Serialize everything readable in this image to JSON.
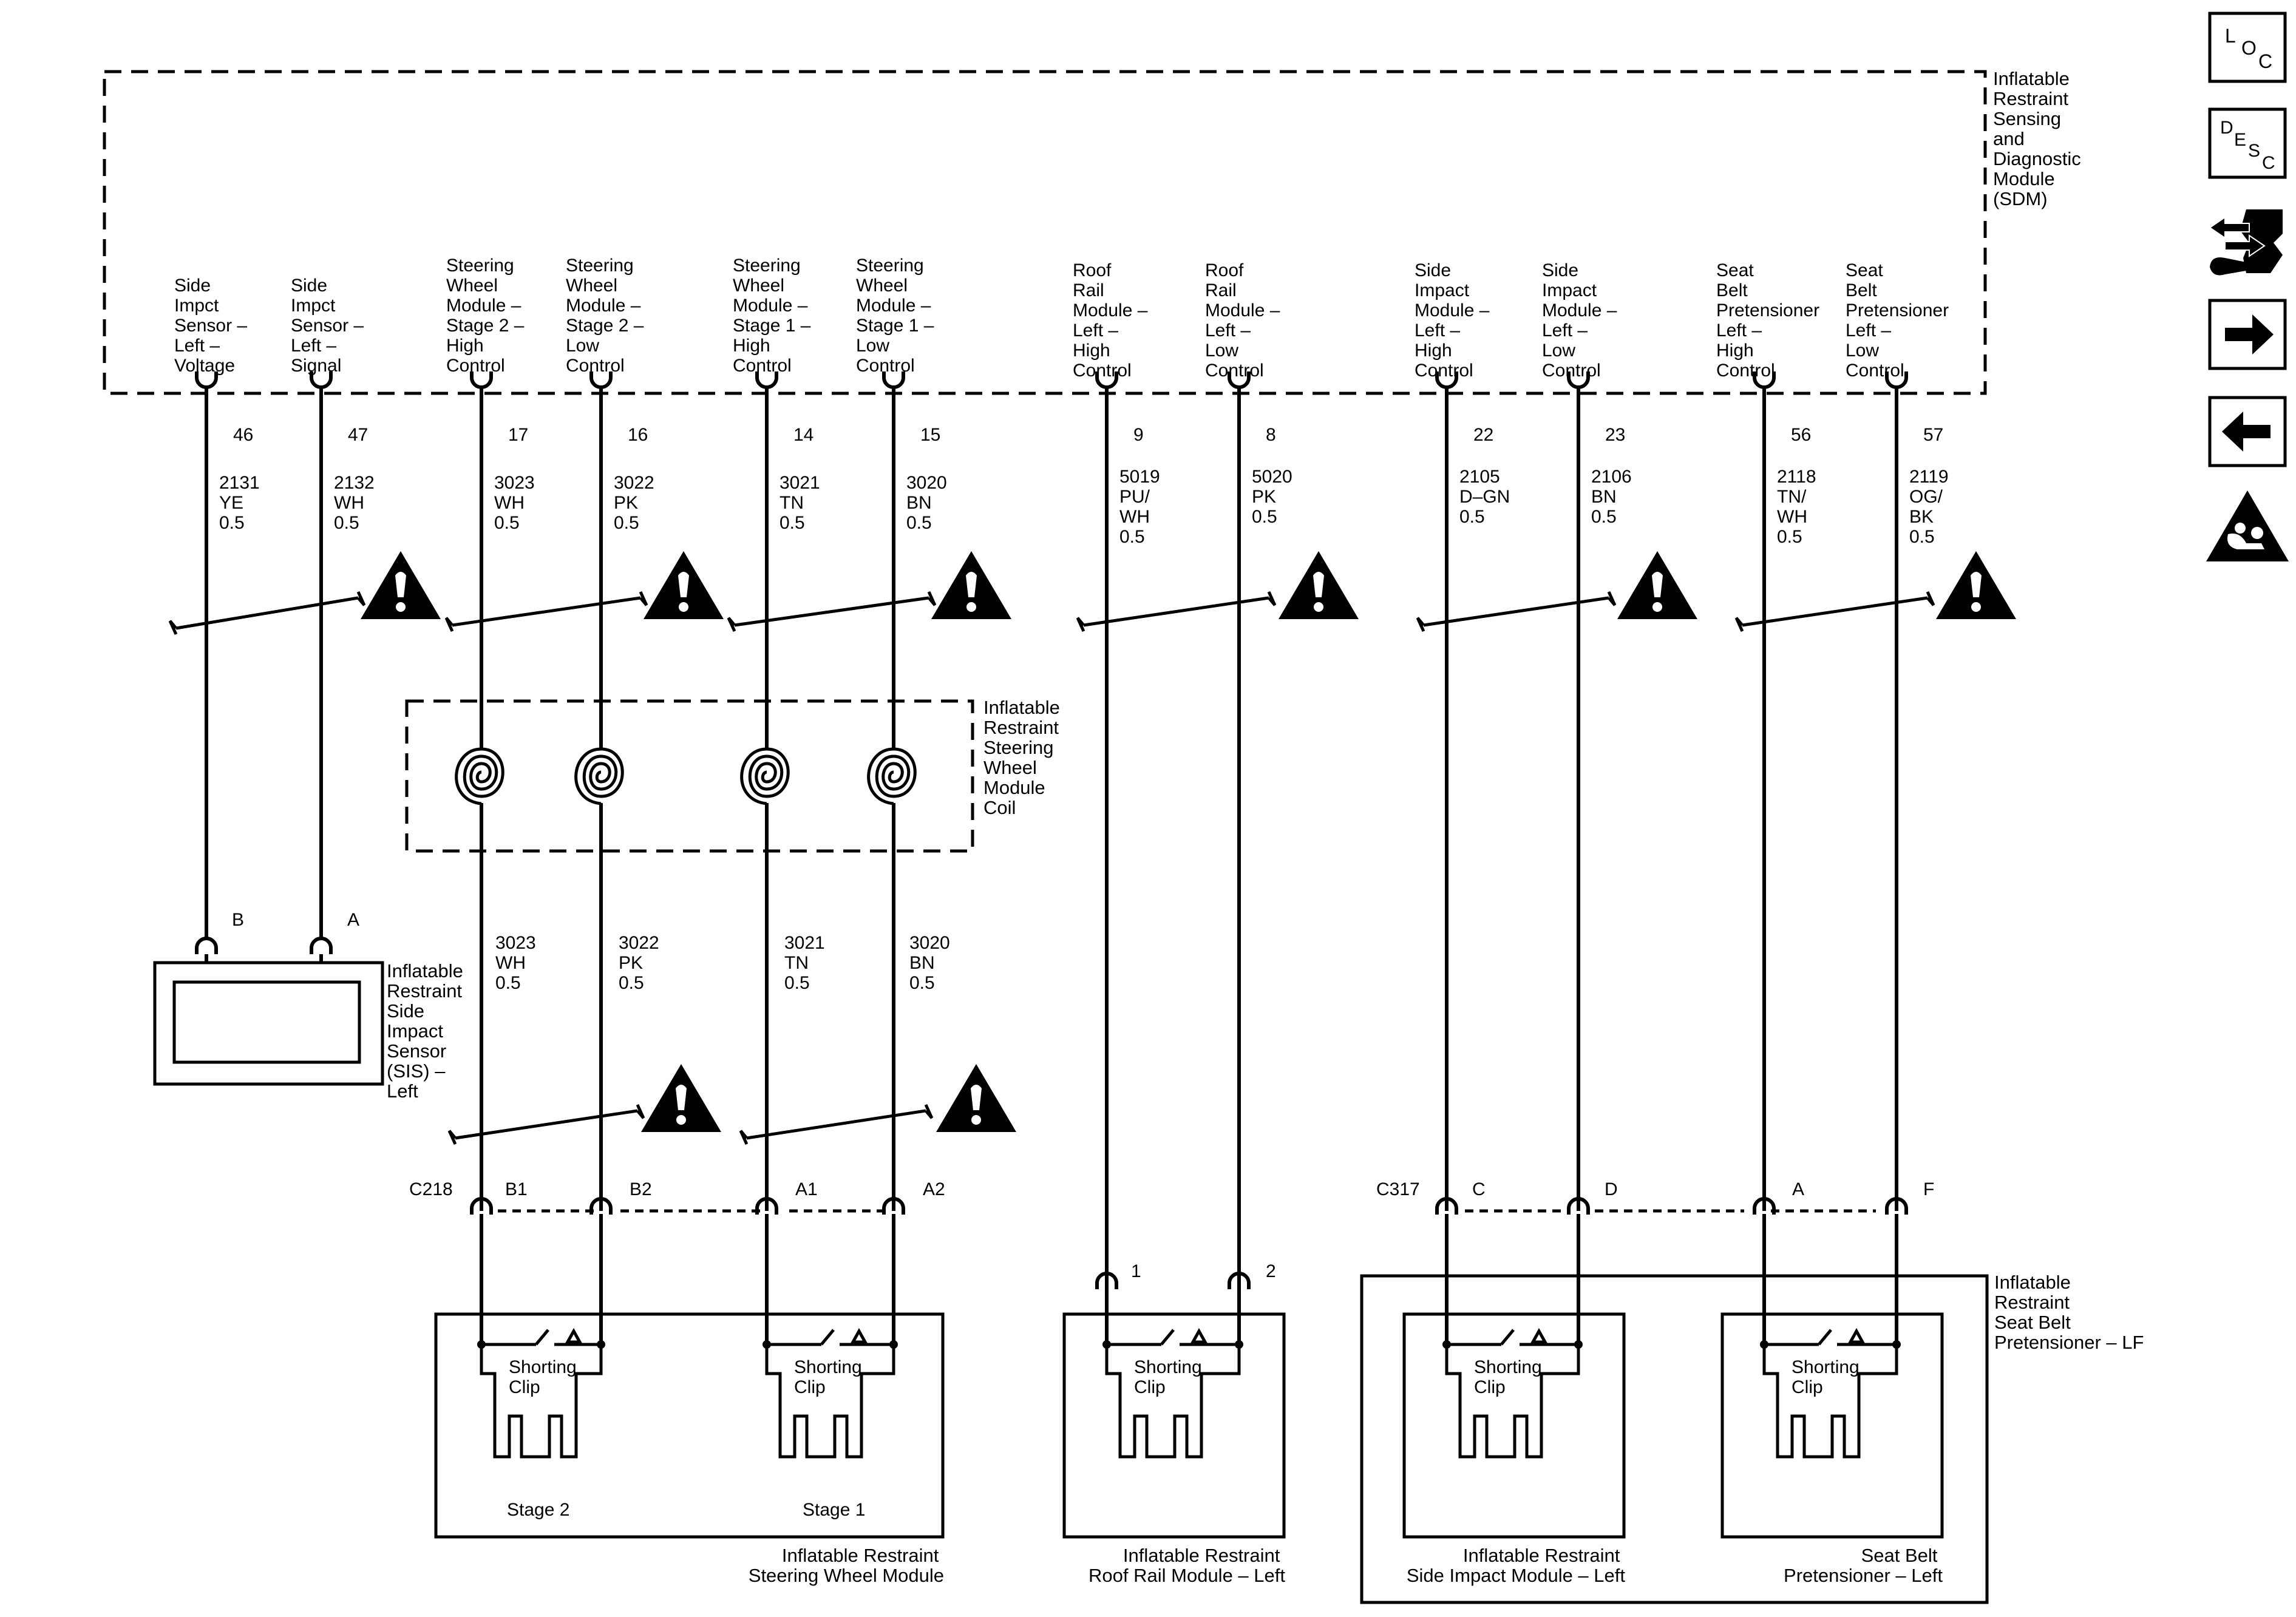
{
  "sdm": {
    "label": [
      "Inflatable",
      "Restraint",
      "Sensing",
      "and",
      "Diagnostic",
      "Module",
      "(SDM)"
    ]
  },
  "sdm_pins": [
    {
      "name": [
        "Side",
        "Impct",
        "Sensor –",
        "Left –",
        "Voltage"
      ],
      "pin": "46",
      "wire": [
        "2131",
        "YE",
        "0.5"
      ]
    },
    {
      "name": [
        "Side",
        "Impct",
        "Sensor –",
        "Left –",
        "Signal"
      ],
      "pin": "47",
      "wire": [
        "2132",
        "WH",
        "0.5"
      ]
    },
    {
      "name": [
        "Steering",
        "Wheel",
        "Module –",
        "Stage 2 –",
        "High",
        "Control"
      ],
      "pin": "17",
      "wire": [
        "3023",
        "WH",
        "0.5"
      ]
    },
    {
      "name": [
        "Steering",
        "Wheel",
        "Module –",
        "Stage 2 –",
        "Low",
        "Control"
      ],
      "pin": "16",
      "wire": [
        "3022",
        "PK",
        "0.5"
      ]
    },
    {
      "name": [
        "Steering",
        "Wheel",
        "Module –",
        "Stage 1 –",
        "High",
        "Control"
      ],
      "pin": "14",
      "wire": [
        "3021",
        "TN",
        "0.5"
      ]
    },
    {
      "name": [
        "Steering",
        "Wheel",
        "Module –",
        "Stage 1 –",
        "Low",
        "Control"
      ],
      "pin": "15",
      "wire": [
        "3020",
        "BN",
        "0.5"
      ]
    },
    {
      "name": [
        "Roof",
        "Rail",
        "Module –",
        "Left –",
        "High",
        "Control"
      ],
      "pin": "9",
      "wire": [
        "5019",
        "PU/",
        "WH",
        "0.5"
      ]
    },
    {
      "name": [
        "Roof",
        "Rail",
        "Module –",
        "Left –",
        "Low",
        "Control"
      ],
      "pin": "8",
      "wire": [
        "5020",
        "PK",
        "0.5"
      ]
    },
    {
      "name": [
        "Side",
        "Impact",
        "Module –",
        "Left –",
        "High",
        "Control"
      ],
      "pin": "22",
      "wire": [
        "2105",
        "D–GN",
        "0.5"
      ]
    },
    {
      "name": [
        "Side",
        "Impact",
        "Module –",
        "Left –",
        "Low",
        "Control"
      ],
      "pin": "23",
      "wire": [
        "2106",
        "BN",
        "0.5"
      ]
    },
    {
      "name": [
        "Seat",
        "Belt",
        "Pretensioner",
        "Left –",
        "High",
        "Control"
      ],
      "pin": "56",
      "wire": [
        "2118",
        "TN/",
        "WH",
        "0.5"
      ]
    },
    {
      "name": [
        "Seat",
        "Belt",
        "Pretensioner",
        "Left –",
        "Low",
        "Control"
      ],
      "pin": "57",
      "wire": [
        "2119",
        "OG/",
        "BK",
        "0.5"
      ]
    }
  ],
  "coil": {
    "label": [
      "Inflatable",
      "Restraint",
      "Steering",
      "Wheel",
      "Module",
      "Coil"
    ],
    "lower_wires": [
      [
        "3023",
        "WH",
        "0.5"
      ],
      [
        "3022",
        "PK",
        "0.5"
      ],
      [
        "3021",
        "TN",
        "0.5"
      ],
      [
        "3020",
        "BN",
        "0.5"
      ]
    ]
  },
  "sis": {
    "label": [
      "Inflatable",
      "Restraint",
      "Side",
      "Impact",
      "Sensor",
      "(SIS) –",
      "Left"
    ],
    "pins": [
      "B",
      "A"
    ]
  },
  "connector_c218": {
    "name": "C218",
    "pins": [
      "B1",
      "B2",
      "A1",
      "A2"
    ]
  },
  "connector_c317": {
    "name": "C317",
    "pins": [
      "C",
      "D",
      "A",
      "F"
    ]
  },
  "roof_rail_pins": [
    "1",
    "2"
  ],
  "shorting_clip": [
    "Shorting",
    "Clip"
  ],
  "stages": [
    "Stage 2",
    "Stage 1"
  ],
  "modules": {
    "steering_wheel": [
      "Inflatable Restraint",
      "Steering Wheel Module"
    ],
    "roof_rail": [
      "Inflatable Restraint",
      "Roof Rail Module – Left"
    ],
    "side_impact": [
      "Inflatable Restraint",
      "Side Impact Module – Left"
    ],
    "seat_belt": [
      "Seat Belt",
      "Pretensioner – Left"
    ],
    "pretensioner_group": [
      "Inflatable",
      "Restraint",
      "Seat Belt",
      "Pretensioner – LF"
    ]
  },
  "nav": {
    "loc": [
      "L",
      "O",
      "C"
    ],
    "desc": [
      "D",
      "E",
      "S",
      "C"
    ],
    "icons": [
      "loc-button",
      "desc-button",
      "connector-repair-icon",
      "next-arrow-icon",
      "previous-arrow-icon",
      "airbag-warning-icon"
    ]
  },
  "colors": {
    "ink": "#000000",
    "paper": "#ffffff"
  }
}
